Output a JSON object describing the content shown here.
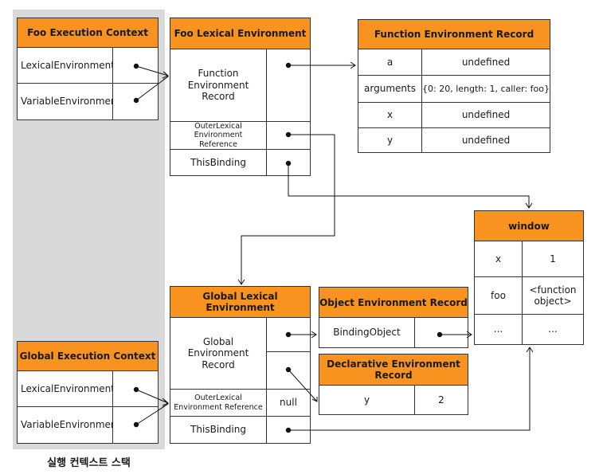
{
  "stack_label": "실행 컨텍스트 스택",
  "foo_ec": {
    "title": "Foo Execution Context",
    "lexical": "LexicalEnvironment",
    "variable": "VariableEnvironment"
  },
  "global_ec": {
    "title": "Global Execution Context",
    "lexical": "LexicalEnvironment",
    "variable": "VariableEnvironment"
  },
  "foo_le": {
    "title": "Foo Lexical Environment",
    "record": "Function Environment Record",
    "outer": "OuterLexical Environment Reference",
    "this": "ThisBinding"
  },
  "global_le": {
    "title": "Global Lexical Environment",
    "record": "Global Environment Record",
    "outer": "OuterLexical Environment Reference",
    "outer_value": "null",
    "this": "ThisBinding"
  },
  "fer": {
    "title": "Function Environment Record",
    "rows": [
      {
        "key": "a",
        "value": "undefined"
      },
      {
        "key": "arguments",
        "value": "{0: 20, length: 1, caller: foo}"
      },
      {
        "key": "x",
        "value": "undefined"
      },
      {
        "key": "y",
        "value": "undefined"
      }
    ]
  },
  "window": {
    "title": "window",
    "rows": [
      {
        "key": "x",
        "value": "1"
      },
      {
        "key": "foo",
        "value": "<function object>"
      },
      {
        "key": "...",
        "value": "..."
      }
    ]
  },
  "oer": {
    "title": "Object Environment Record",
    "binding": "BindingObject"
  },
  "der": {
    "title": "Declarative Environment Record",
    "key": "y",
    "value": "2"
  }
}
